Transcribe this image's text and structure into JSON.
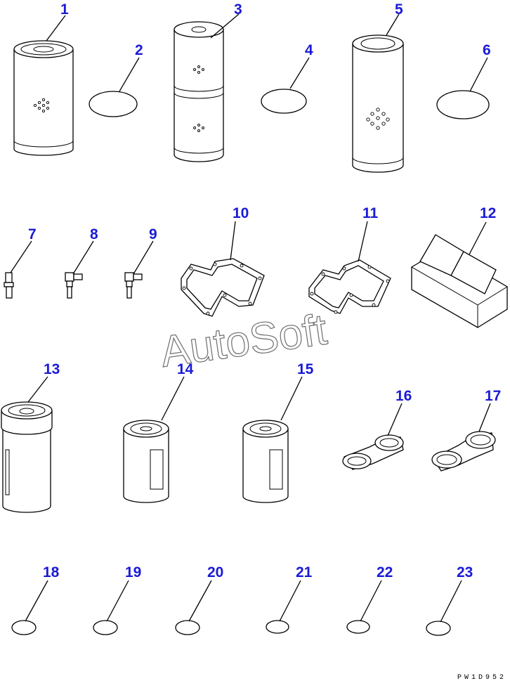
{
  "callouts": [
    "1",
    "2",
    "3",
    "4",
    "5",
    "6",
    "7",
    "8",
    "9",
    "10",
    "11",
    "12",
    "13",
    "14",
    "15",
    "16",
    "17",
    "18",
    "19",
    "20",
    "21",
    "22",
    "23"
  ],
  "watermark": "AutoSoft",
  "drawing_code": "PW1D952",
  "colors": {
    "callout": "#1a1ad6",
    "line": "#000000",
    "watermark": "#6e6e6e",
    "background": "#ffffff"
  }
}
